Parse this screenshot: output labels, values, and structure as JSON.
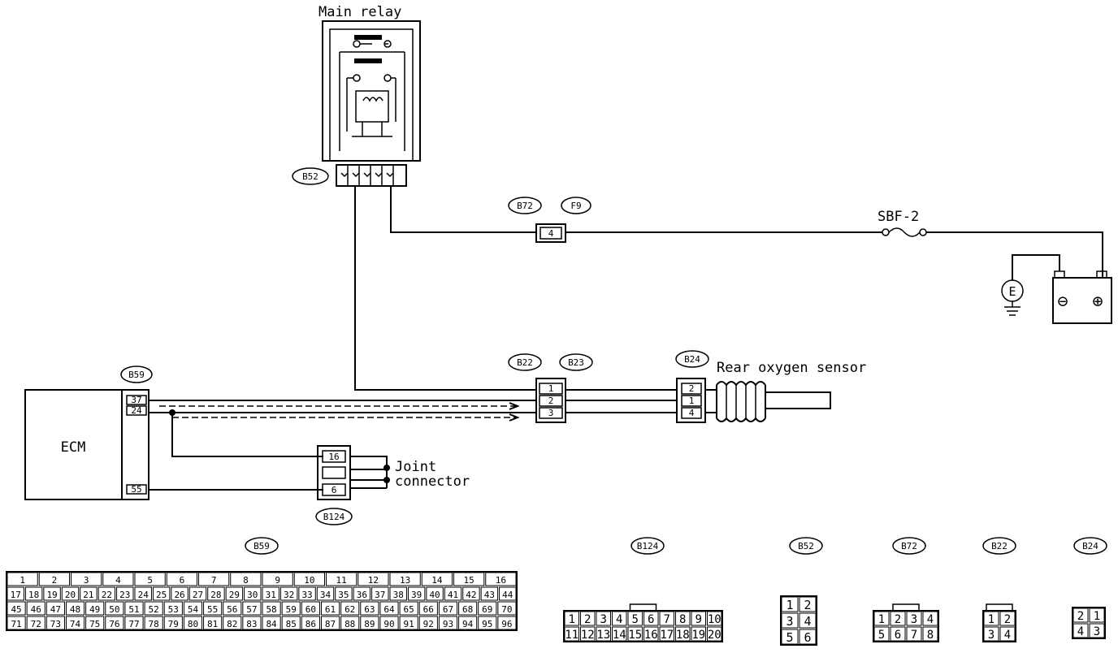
{
  "labels": {
    "main_relay": "Main relay",
    "sbf": "SBF-2",
    "rear_o2": "Rear oxygen sensor",
    "ecm": "ECM",
    "joint": "Joint",
    "connector": "connector",
    "ground_symbol": "E"
  },
  "tags": {
    "b52": "B52",
    "b72": "B72",
    "f9": "F9",
    "b22": "B22",
    "b23": "B23",
    "b24": "B24",
    "b59": "B59",
    "b124": "B124"
  },
  "pins": {
    "b72_pin": "4",
    "b22_pins": [
      "1",
      "2",
      "3"
    ],
    "b24_pins": [
      "2",
      "1",
      "4"
    ],
    "ecm_pins": [
      "37",
      "24",
      "55"
    ],
    "joint_pins": [
      "16",
      "6"
    ]
  },
  "battery": {
    "minus": "⊖",
    "plus": "⊕"
  },
  "connector_views": {
    "b59": {
      "tag": "B59",
      "rows": [
        [
          "1",
          "2",
          "3",
          "4",
          "5",
          "6",
          "7",
          "8",
          "9",
          "10",
          "11",
          "12",
          "13",
          "14",
          "15",
          "16"
        ],
        [
          "17",
          "18",
          "19",
          "20",
          "21",
          "22",
          "23",
          "24",
          "25",
          "26",
          "27",
          "28",
          "29",
          "30",
          "31",
          "32",
          "33",
          "34",
          "35",
          "36",
          "37",
          "38",
          "39",
          "40",
          "41",
          "42",
          "43",
          "44"
        ],
        [
          "45",
          "46",
          "47",
          "48",
          "49",
          "50",
          "51",
          "52",
          "53",
          "54",
          "55",
          "56",
          "57",
          "58",
          "59",
          "60",
          "61",
          "62",
          "63",
          "64",
          "65",
          "66",
          "67",
          "68",
          "69",
          "70"
        ],
        [
          "71",
          "72",
          "73",
          "74",
          "75",
          "76",
          "77",
          "78",
          "79",
          "80",
          "81",
          "82",
          "83",
          "84",
          "85",
          "86",
          "87",
          "88",
          "89",
          "90",
          "91",
          "92",
          "93",
          "94",
          "95",
          "96"
        ]
      ]
    },
    "b124": {
      "tag": "B124",
      "rows": [
        [
          "1",
          "2",
          "3",
          "4",
          "5",
          "6",
          "7",
          "8",
          "9",
          "10"
        ],
        [
          "11",
          "12",
          "13",
          "14",
          "15",
          "16",
          "17",
          "18",
          "19",
          "20"
        ]
      ]
    },
    "b52": {
      "tag": "B52",
      "rows": [
        [
          "1",
          "2"
        ],
        [
          "3",
          "4"
        ],
        [
          "5",
          "6"
        ]
      ]
    },
    "b72": {
      "tag": "B72",
      "rows": [
        [
          "1",
          "2",
          "3",
          "4"
        ],
        [
          "5",
          "6",
          "7",
          "8"
        ]
      ]
    },
    "b22": {
      "tag": "B22",
      "rows": [
        [
          "1",
          "2"
        ],
        [
          "3",
          "4"
        ]
      ]
    },
    "b24": {
      "tag": "B24",
      "rows": [
        [
          "2",
          "1"
        ],
        [
          "4",
          "3"
        ]
      ]
    }
  }
}
